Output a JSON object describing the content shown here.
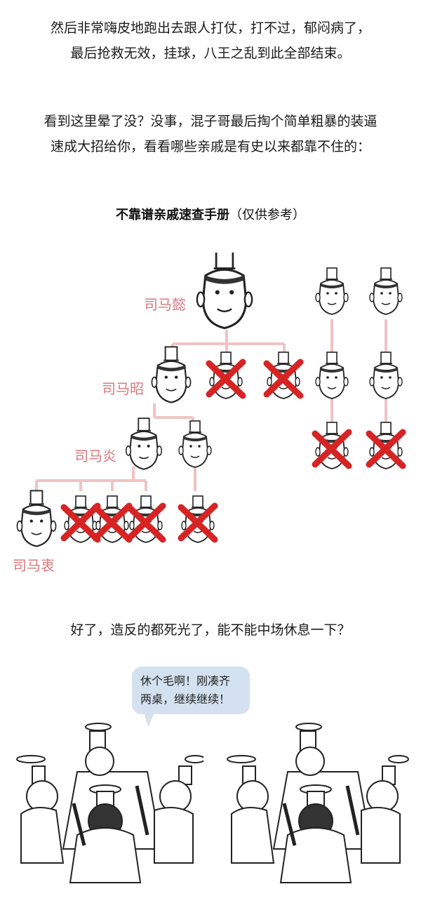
{
  "paragraphs": {
    "p1_line1": "然后非常嗨皮地跑出去跟人打仗，打不过，郁闷病了，",
    "p1_line2": "最后抢救无效，挂球，八王之乱到此全部结束。",
    "p2_line1": "看到这里晕了没？没事，混子哥最后掏个简单粗暴的装逼",
    "p2_line2": "速成大招给你，看看哪些亲戚是有史以来都靠不住的：",
    "p3": "好了，造反的都死光了，能不能中场休息一下？"
  },
  "chart_title": {
    "bold": "不靠谱亲戚速查手册",
    "note": "（仅供参考）"
  },
  "labels": {
    "sima_yi": "司马懿",
    "sima_zhao": "司马昭",
    "sima_yan": "司马炎",
    "sima_zhong": "司马衷"
  },
  "speech_bubble": {
    "line1": "休个毛啊！刚凑齐",
    "line2": "两桌，继续继续！"
  },
  "colors": {
    "tree_line": "#f0c3c3",
    "label": "#d9787c",
    "cross": "#d62424",
    "bubble": "#d3e1f0"
  }
}
